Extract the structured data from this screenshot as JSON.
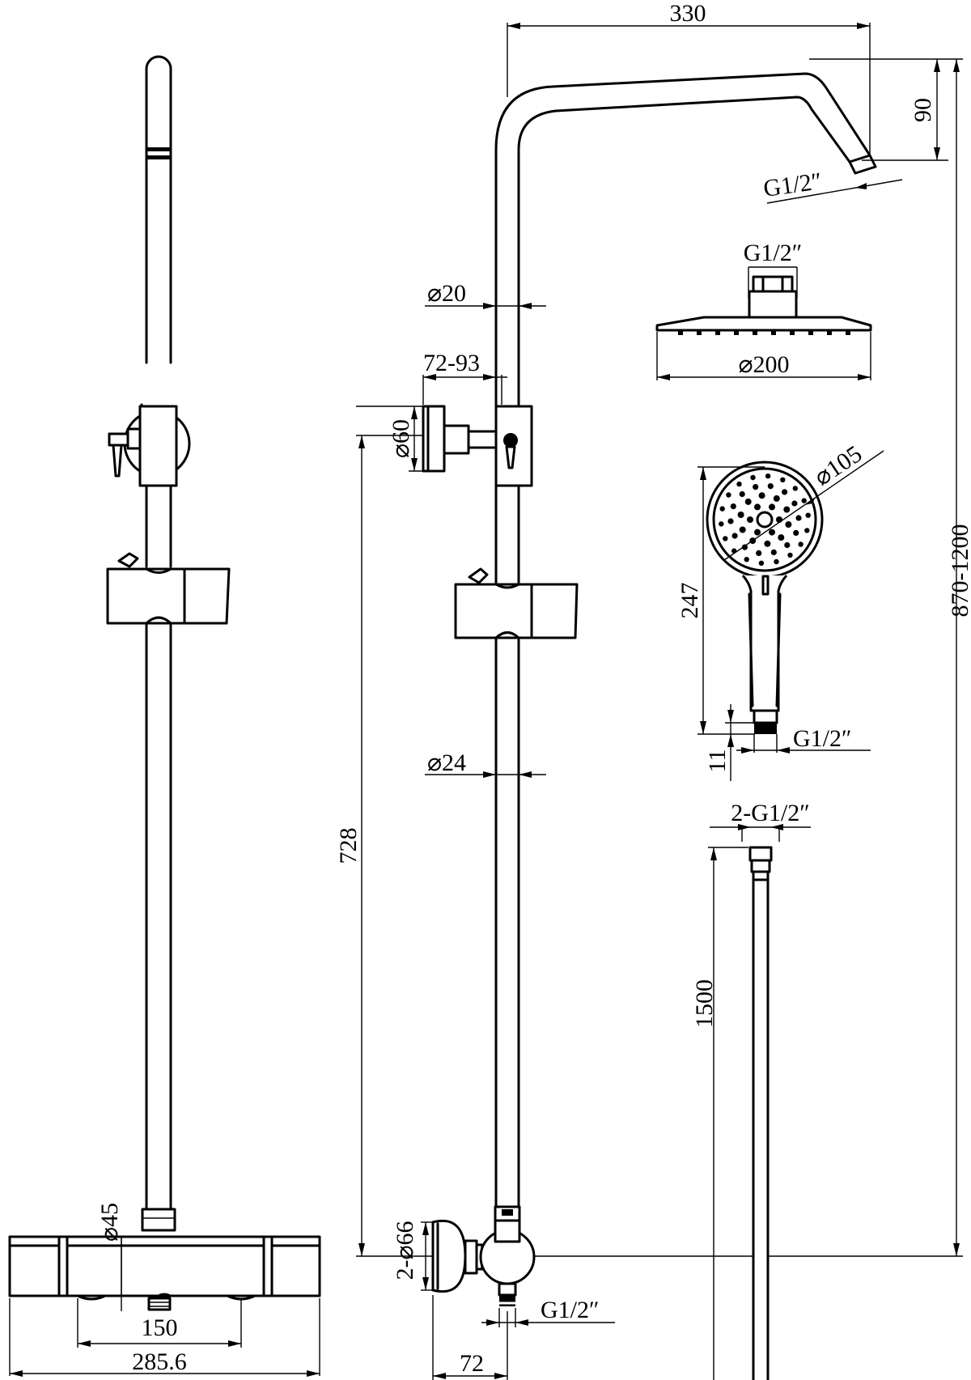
{
  "drawing": {
    "background": "#ffffff",
    "line_color": "#000000",
    "dims": {
      "top_width": "330",
      "arm_drop": "90",
      "arm_thread": "G1/2″",
      "rail_dia_upper": "⌀20",
      "bracket_depth": "72-93",
      "bracket_dia": "⌀60",
      "head_thread": "G1/2″",
      "head_dia": "⌀200",
      "handset_dia": "⌀105",
      "handset_length": "247",
      "handset_thread_len": "11",
      "handset_thread": "G1/2″",
      "hose_thread": "2-G1/2″",
      "hose_length": "1500",
      "rail_dia_lower": "⌀24",
      "height_range": "870-1200",
      "rail_height": "728",
      "valve_dia": "⌀45",
      "inlet_dia": "2-⌀66",
      "outlet_thread": "G1/2″",
      "valve_depth": "72",
      "inlet_centres": "150",
      "valve_width": "285.6"
    }
  }
}
